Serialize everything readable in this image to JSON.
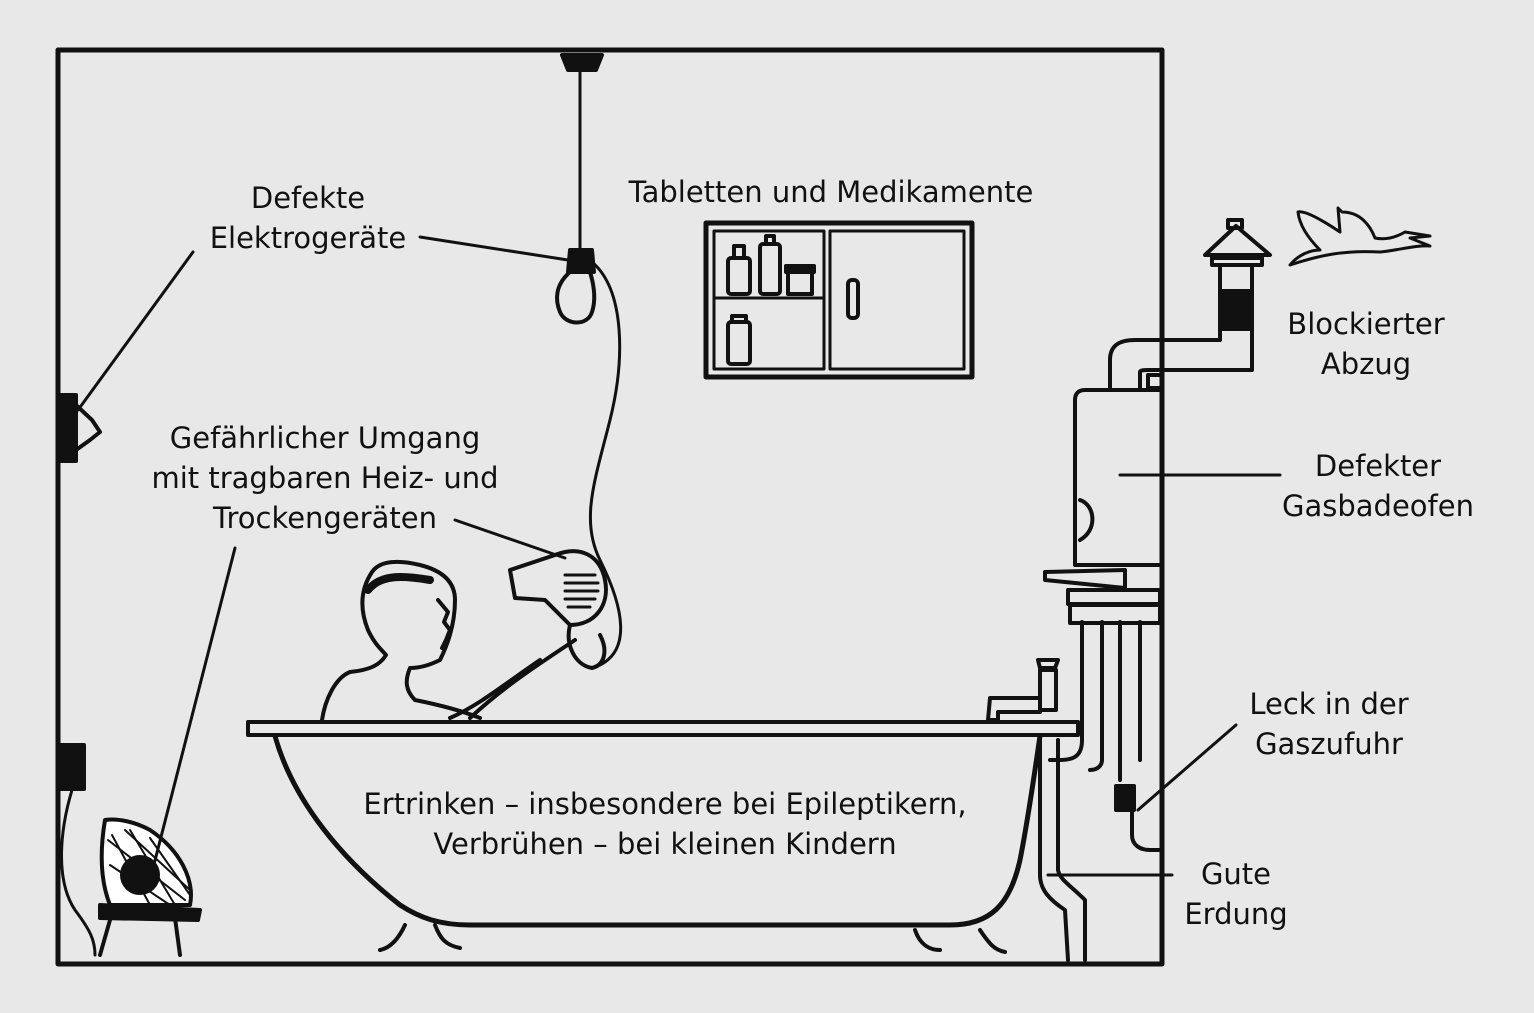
{
  "labels": {
    "electrical": [
      "Defekte",
      "Elektrogeräte"
    ],
    "medicine": [
      "Tabletten und Medikamente"
    ],
    "heaters": [
      "Gefährlicher Umgang",
      "mit tragbaren Heiz- und",
      "Trockengeräten"
    ],
    "flue": [
      "Blockierter",
      "Abzug"
    ],
    "gas_heater": [
      "Defekter",
      "Gasbadeofen"
    ],
    "gas_leak": [
      "Leck in der",
      "Gaszufuhr"
    ],
    "earthing": [
      "Gute",
      "Erdung"
    ],
    "drowning": [
      "Ertrinken – insbesondere bei Epileptikern,",
      "Verbrühen – bei kleinen Kindern"
    ]
  },
  "colors": {
    "background": "#e8e8e8",
    "ink": "#111111"
  }
}
